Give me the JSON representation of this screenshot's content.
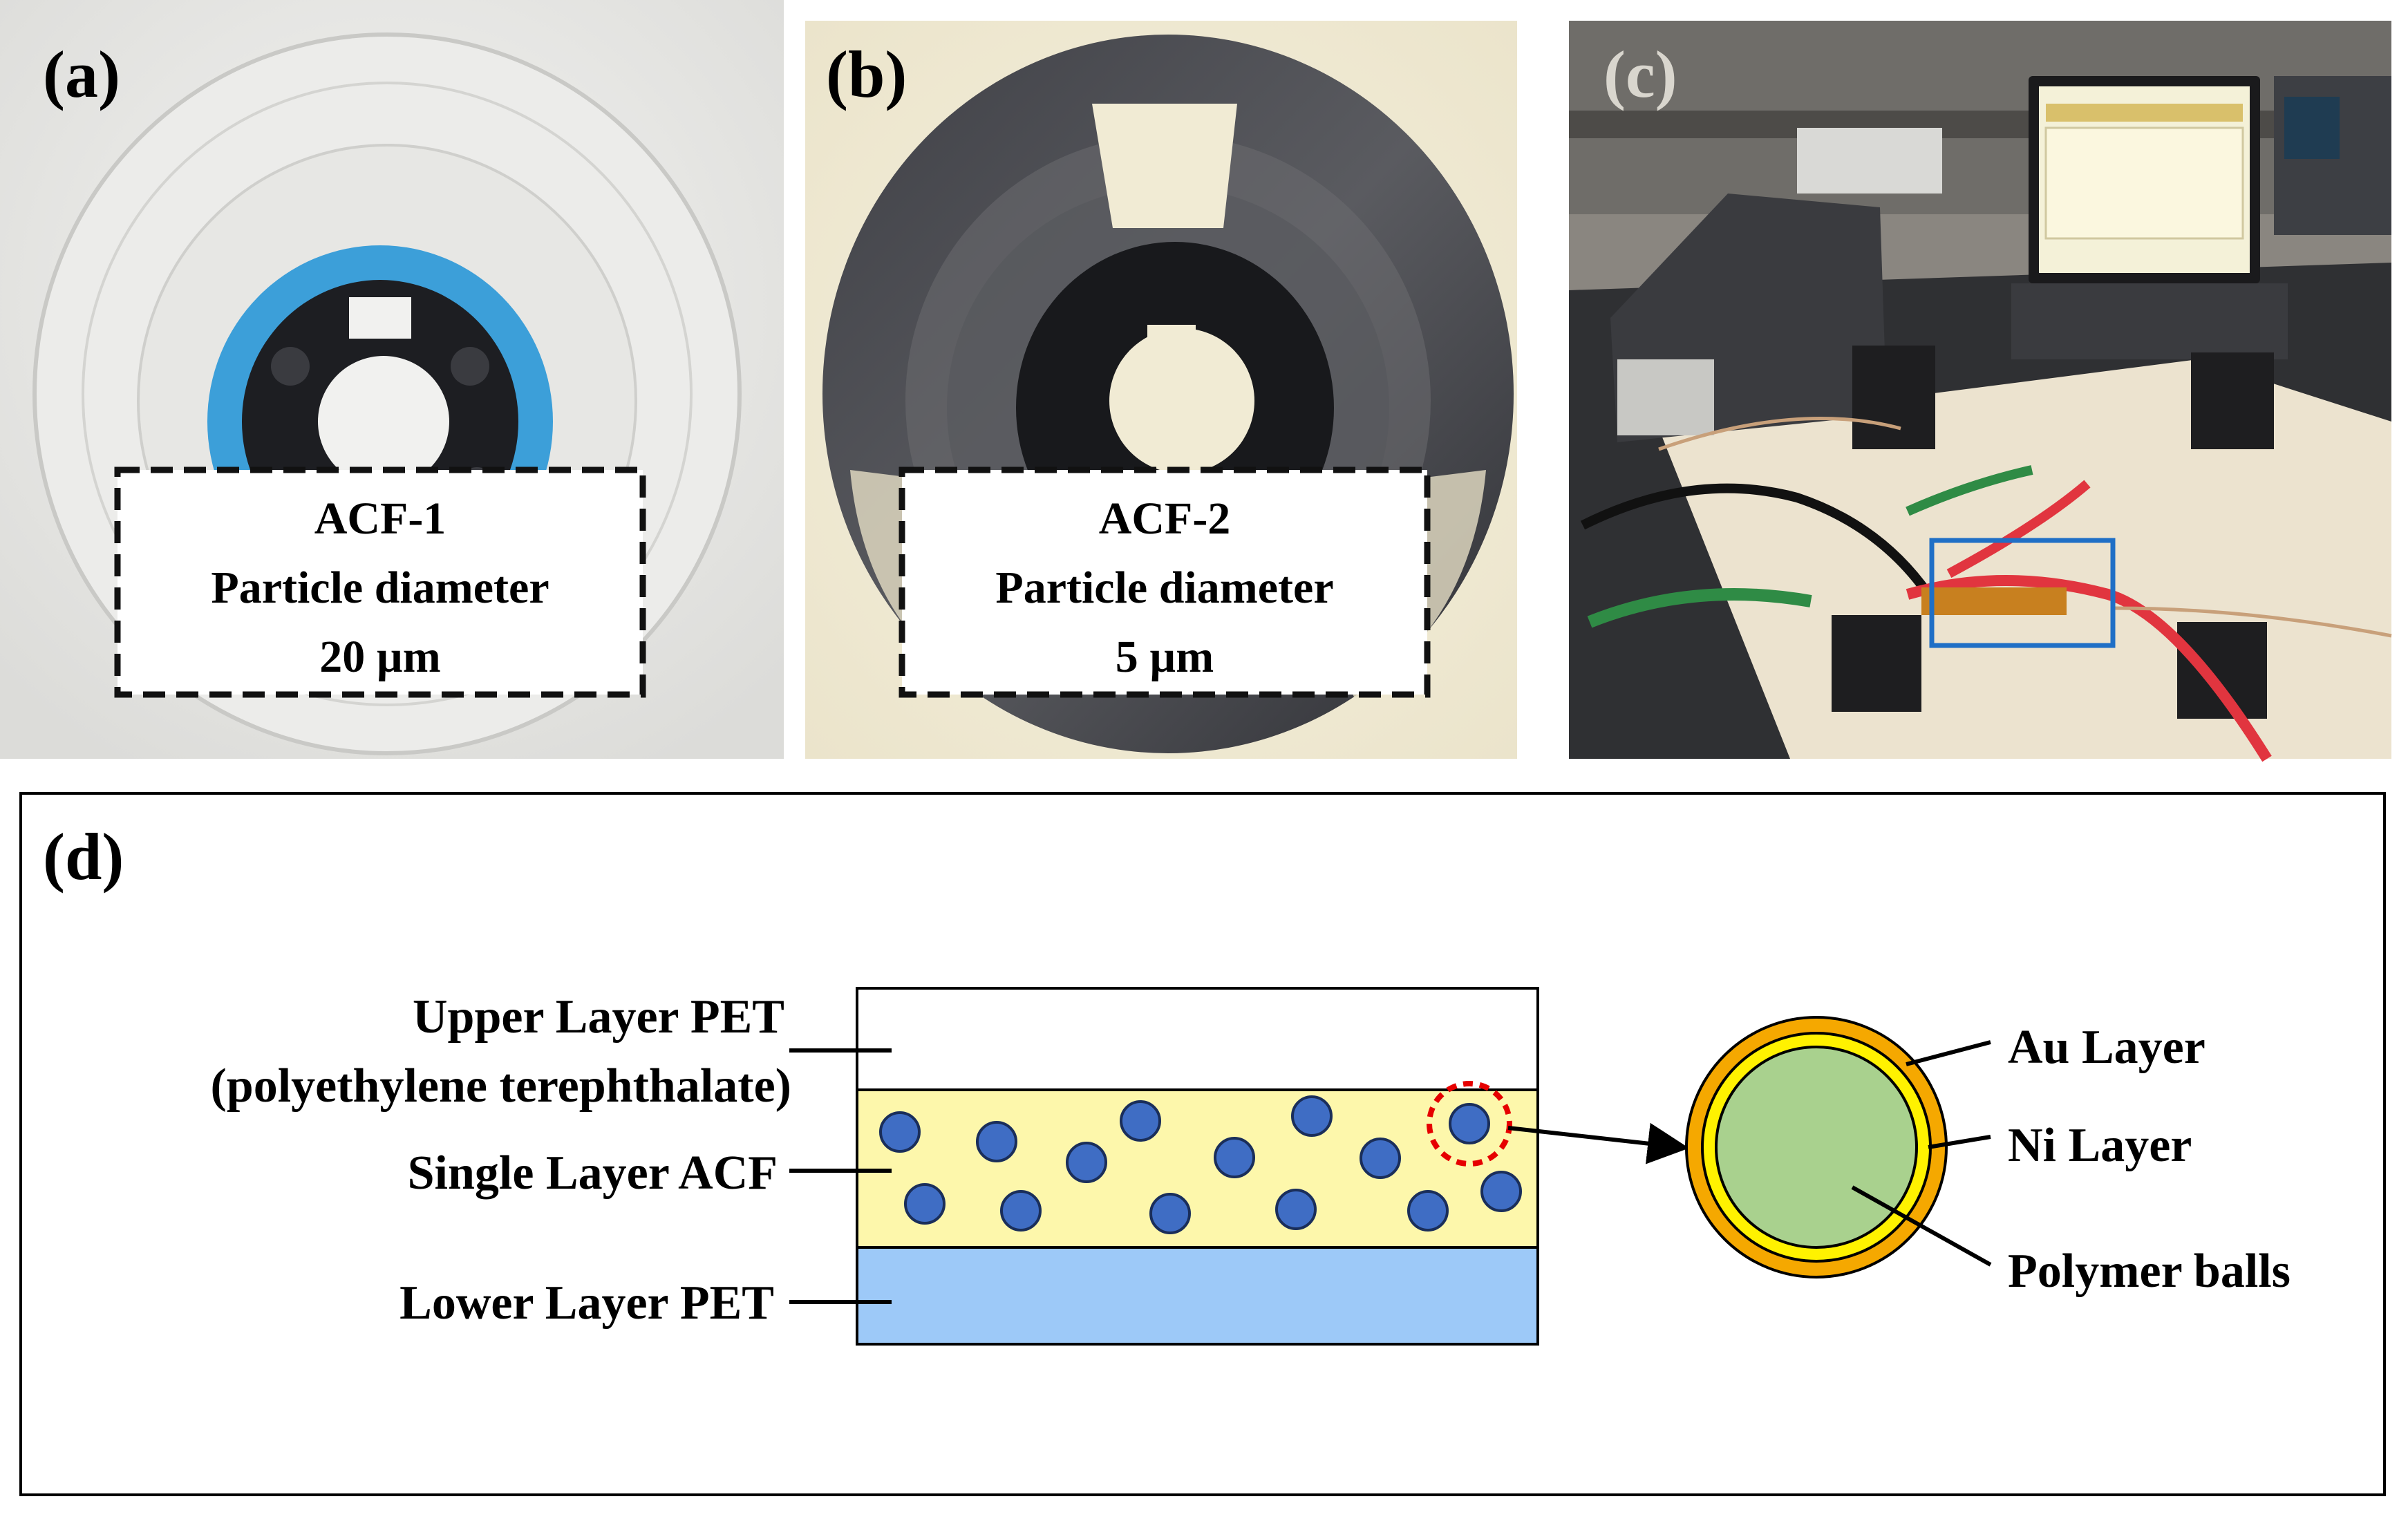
{
  "panels": {
    "a": {
      "label": "(a)",
      "caption": [
        "ACF-1",
        "Particle diameter",
        "20 µm"
      ]
    },
    "b": {
      "label": "(b)",
      "caption": [
        "ACF-2",
        "Particle diameter",
        "5 µm"
      ]
    },
    "c": {
      "label": "(c)"
    },
    "d": {
      "label": "(d)",
      "layers": {
        "upper": [
          "Upper Layer PET",
          "(polyethylene terephthalate)"
        ],
        "middle": "Single Layer ACF",
        "lower": "Lower Layer PET"
      },
      "particle": {
        "outer": "Au Layer",
        "middle": "Ni Layer",
        "core": "Polymer balls"
      }
    }
  },
  "colors": {
    "upper_pet": "#ffffff",
    "acf": "#fdf7ab",
    "lower_pet": "#9dc9f8",
    "particle": "#3f6dc4",
    "au_layer": "#f5a800",
    "ni_layer": "#fff200",
    "polymer_core": "#a9d18e",
    "highlight_circle": "#e60000",
    "blue_box": "#1f6fc6"
  }
}
